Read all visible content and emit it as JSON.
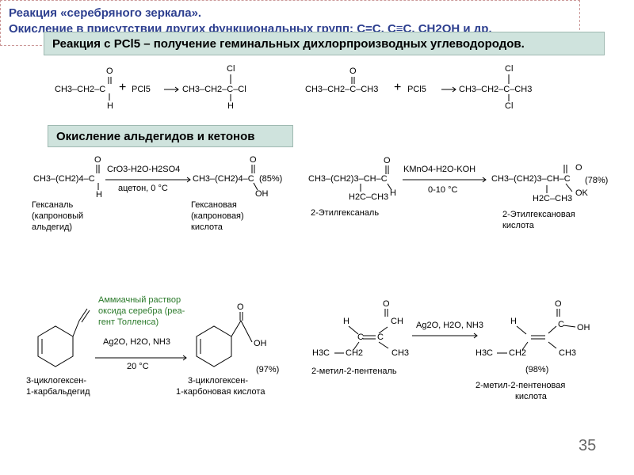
{
  "headers": {
    "pcl5": "Реакция с PCl5 – получение геминальных дихлорпроизводных углеводородов.",
    "oxidation": "Окисление альдегидов и кетонов",
    "silver_line1": "Реакция «серебряного зеркала».",
    "silver_line2": "Окисление в присутствии других функциональных групп: C=C, C≡C, CH2OH и др."
  },
  "r1": {
    "reactant": "CH3–CH2–C",
    "o": "O",
    "h": "H",
    "plus": "+",
    "reagent": "PCl5",
    "product": "CH3–CH2–C–Cl",
    "cl": "Cl",
    "h2": "H"
  },
  "r2": {
    "reactant": "CH3–CH2–C–CH3",
    "o": "O",
    "plus": "+",
    "reagent": "PCl5",
    "product": "CH3–CH2–C–CH3",
    "cl1": "Cl",
    "cl2": "Cl"
  },
  "r3": {
    "reactant": "CH3–(CH2)4–C",
    "o": "O",
    "h": "H",
    "reagent1": "CrO3-H2O-H2SO4",
    "reagent2": "ацетон, 0 °C",
    "product": "CH3–(CH2)4–C",
    "o2": "O",
    "oh": "OH",
    "yield": "(85%)",
    "name1": "Гексаналь",
    "name2": "(капроновый",
    "name3": "альдегид)",
    "pname1": "Гексановая",
    "pname2": "(капроновая)",
    "pname3": "кислота"
  },
  "r4": {
    "reactant": "CH3–(CH2)3–CH–C",
    "o": "O",
    "h": "H",
    "branch": "H2C–CH3",
    "reagent1": "KMnO4-H2O-KOH",
    "reagent2": "0-10 °C",
    "product": "CH3–(CH2)3–CH–C",
    "o2": "O",
    "ok": "OK",
    "branch2": "H2C–CH3",
    "yield": "(78%)",
    "name": "2-Этилгексаналь",
    "pname1": "2-Этилгексановая",
    "pname2": "кислота"
  },
  "r5": {
    "reagent_note1": "Аммиачный раствор",
    "reagent_note2": "оксида серебра (реа-",
    "reagent_note3": "гент Толленса)",
    "reagent1": "Ag2O, H2O, NH3",
    "reagent2": "20 °C",
    "oh": "OH",
    "o": "O",
    "yield": "(97%)",
    "name1": "3-циклогексен-",
    "name2": "1-карбальдегид",
    "pname1": "3-циклогексен-",
    "pname2": "1-карбоновая кислота"
  },
  "r6": {
    "o": "O",
    "ch": "CH",
    "h": "H",
    "c1": "C",
    "c2": "C",
    "h3c": "H3C",
    "ch2": "CH2",
    "ch3": "CH3",
    "reagent": "Ag2O, H2O, NH3",
    "name": "2-метил-2-пентеналь",
    "p_o": "O",
    "p_c": "C",
    "p_oh": "OH",
    "p_h": "H",
    "p_h3c": "H3C",
    "p_ch2": "CH2",
    "p_ch3": "CH3",
    "yield": "(98%)",
    "pname1": "2-метил-2-пентеновая",
    "pname2": "кислота"
  },
  "page_number": "35"
}
